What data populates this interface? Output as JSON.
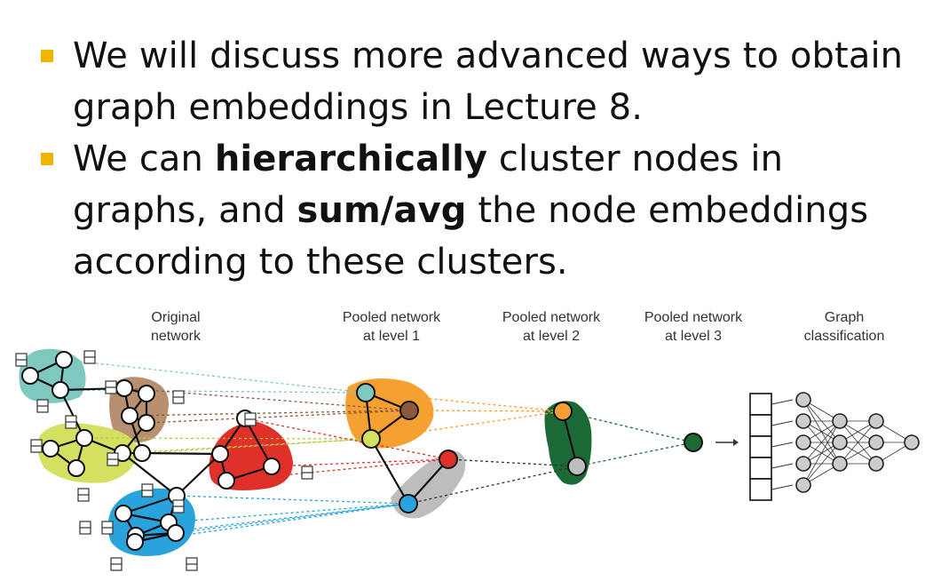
{
  "bullets": [
    {
      "parts": [
        {
          "text": "We will discuss more advanced ways to obtain graph embeddings in Lecture 8.",
          "bold": false
        }
      ]
    },
    {
      "parts": [
        {
          "text": "We can ",
          "bold": false
        },
        {
          "text": "hierarchically",
          "bold": true
        },
        {
          "text": " cluster nodes in graphs, and ",
          "bold": false
        },
        {
          "text": "sum/avg",
          "bold": true
        },
        {
          "text": " the node embeddings according to these clusters.",
          "bold": false
        }
      ]
    }
  ],
  "figure": {
    "captions": {
      "original_1": "Original",
      "original_2": "network",
      "level1_1": "Pooled network",
      "level1_2": "at level 1",
      "level2_1": "Pooled network",
      "level2_2": "at level 2",
      "level3_1": "Pooled network",
      "level3_2": "at level 3",
      "classification_1": "Graph",
      "classification_2": "classification"
    },
    "colors": {
      "bullet_marker": "#f0b400",
      "cluster_teal": "#7fc8c0",
      "cluster_brown": "#b89070",
      "cluster_lime": "#d4e060",
      "cluster_red": "#e0302a",
      "cluster_blue": "#2aa3dc",
      "level1_orange": "#f5a030",
      "level1_gray": "#bdbdbd",
      "level2_green": "#1b6a36",
      "level3_node": "#1b6a36"
    }
  }
}
